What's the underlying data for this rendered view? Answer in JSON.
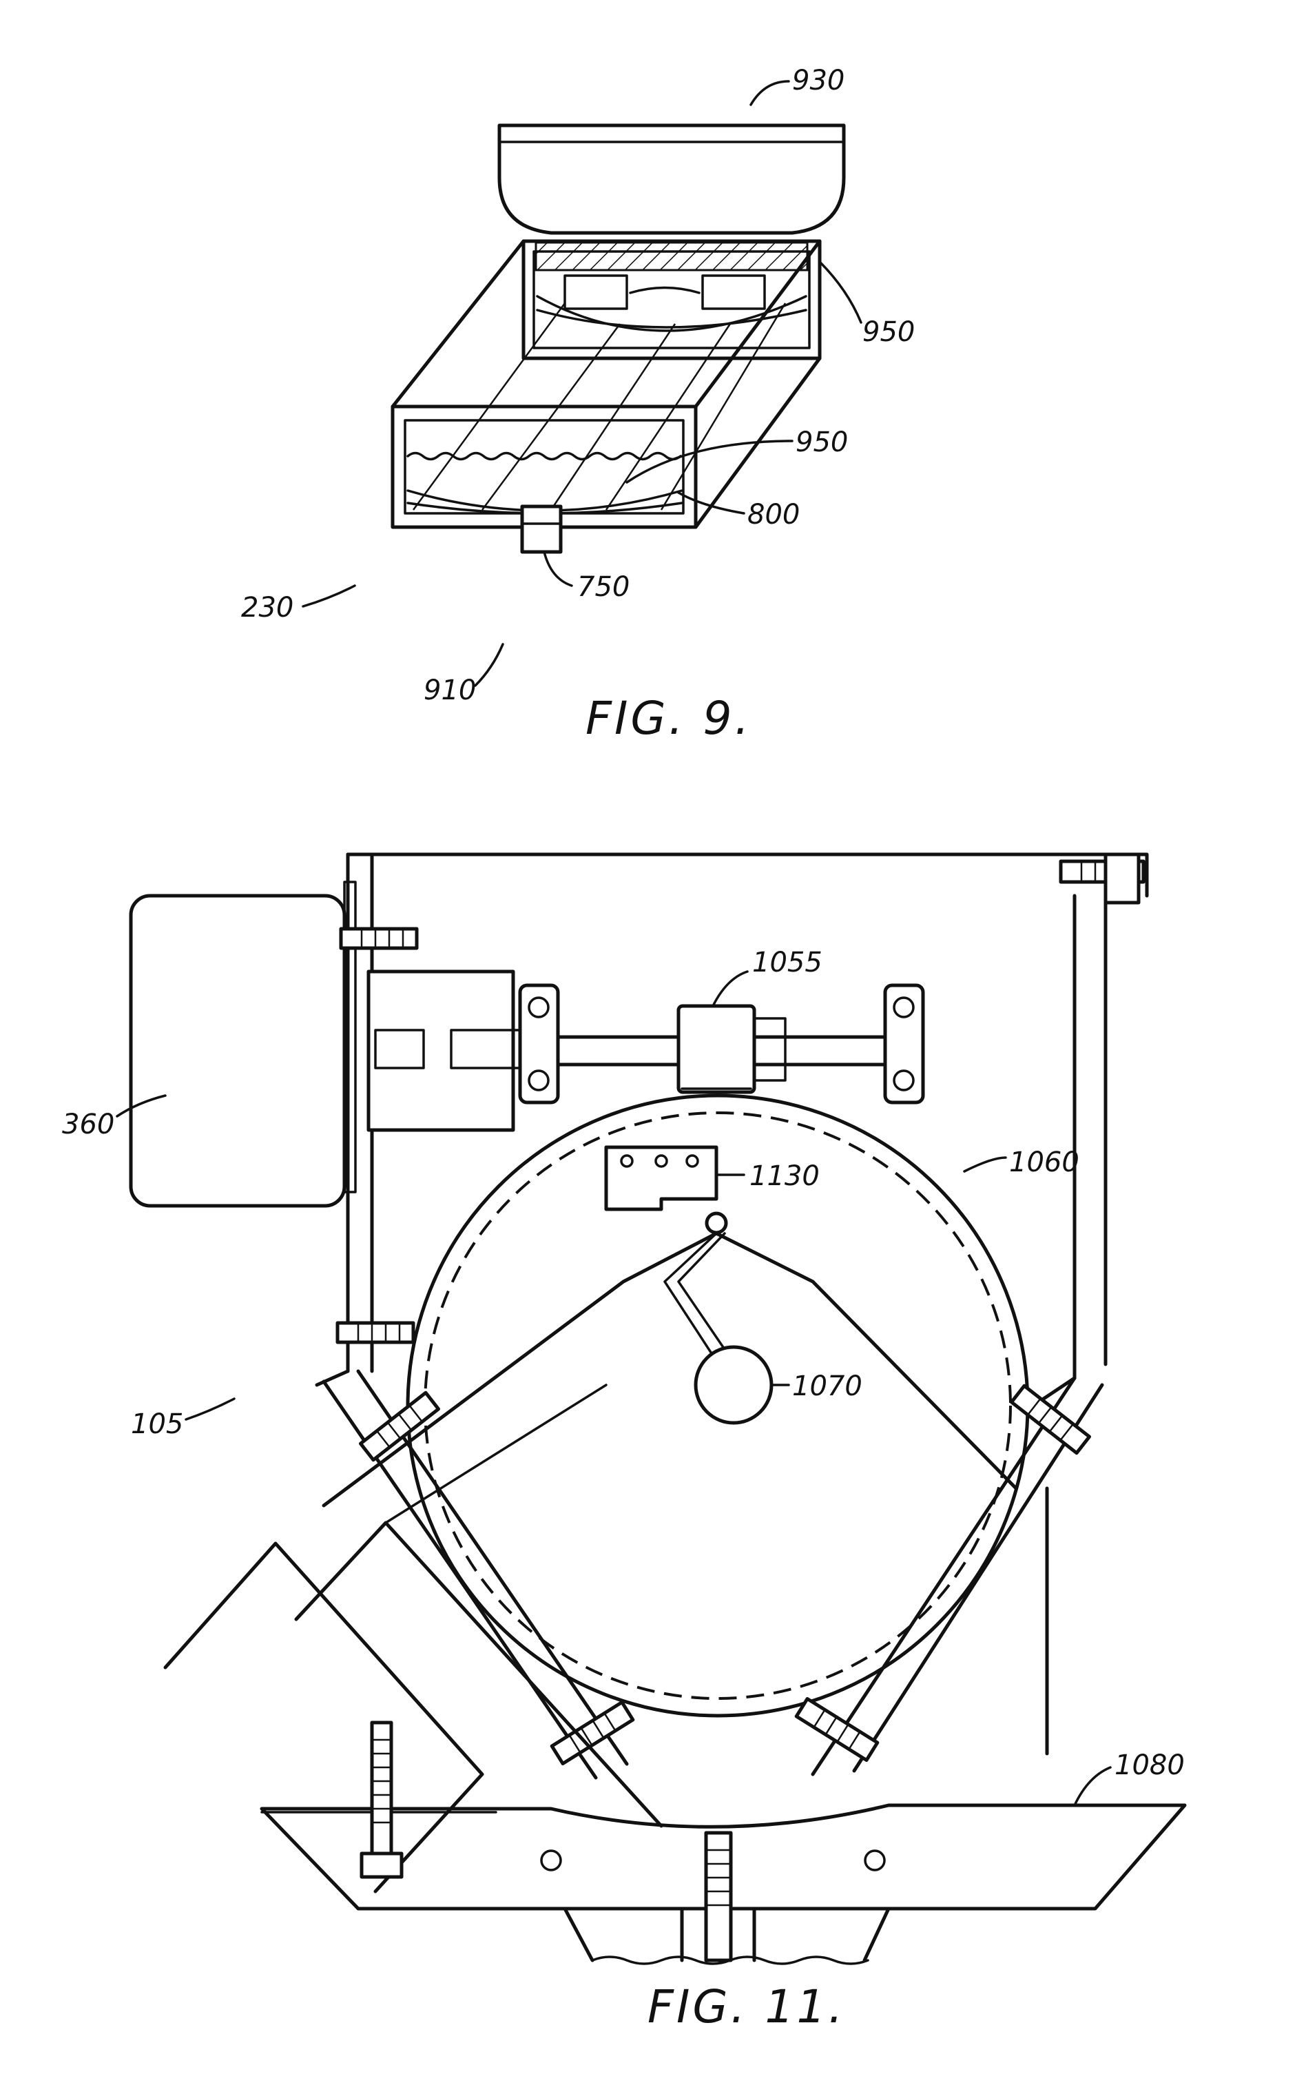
{
  "figures": [
    {
      "caption": "FIG. 9.",
      "labels": {
        "ref_930": "930",
        "ref_950_upper": "950",
        "ref_950_lower": "950",
        "ref_800": "800",
        "ref_750": "750",
        "ref_230": "230",
        "ref_910": "910"
      }
    },
    {
      "caption": "FIG. 11.",
      "labels": {
        "ref_1055": "1055",
        "ref_360": "360",
        "ref_1130": "1130",
        "ref_1060": "1060",
        "ref_1070": "1070",
        "ref_105": "105",
        "ref_1080": "1080"
      }
    }
  ]
}
